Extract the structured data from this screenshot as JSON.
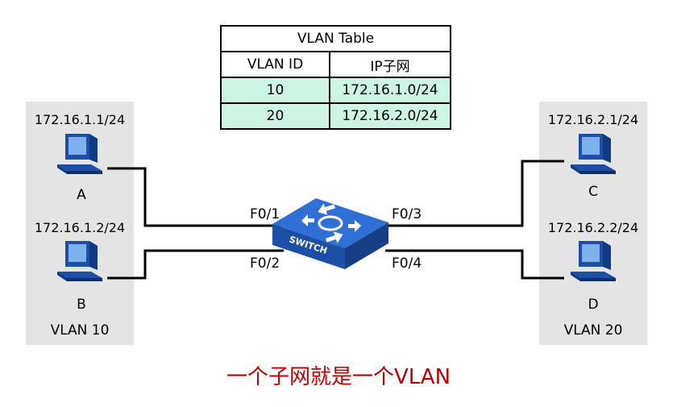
{
  "vlan_table": {
    "title": "VLAN Table",
    "headers": [
      "VLAN ID",
      "IP子网"
    ],
    "rows": [
      {
        "vlan_id": "10",
        "subnet": "172.16.1.0/24"
      },
      {
        "vlan_id": "20",
        "subnet": "172.16.2.0/24"
      }
    ]
  },
  "hosts": [
    {
      "name": "A",
      "ip": "172.16.1.1/24"
    },
    {
      "name": "B",
      "ip": "172.16.1.2/24"
    },
    {
      "name": "C",
      "ip": "172.16.2.1/24"
    },
    {
      "name": "D",
      "ip": "172.16.2.2/24"
    }
  ],
  "vlans": {
    "left": "VLAN 10",
    "right": "VLAN 20"
  },
  "ports": {
    "p1": "F0/1",
    "p2": "F0/2",
    "p3": "F0/3",
    "p4": "F0/4"
  },
  "switch": {
    "label": "SWITCH",
    "icon": "switch-icon"
  },
  "caption": "一个子网就是一个VLAN",
  "colors": {
    "panel": "#e4e4e4",
    "table_data_row": "#ccf5e2",
    "caption": "#c00000",
    "switch_body": "#2f6fd6"
  }
}
